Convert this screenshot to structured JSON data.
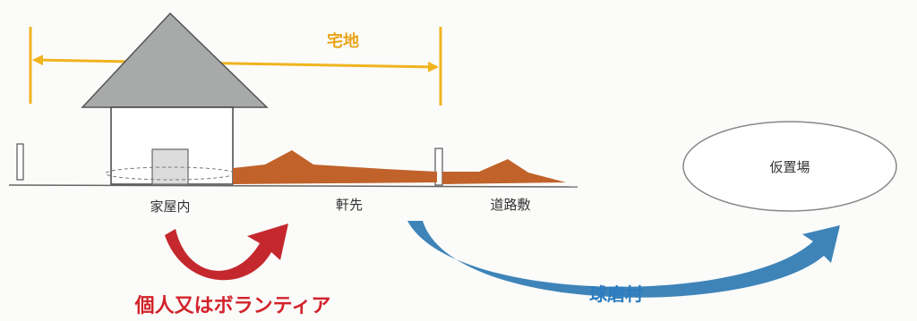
{
  "diagram": {
    "labels": {
      "lot": "宅地",
      "house_interior": "家屋内",
      "eaves": "軒先",
      "roadside": "道路敷",
      "temp_storage": "仮置場",
      "individual_volunteer": "個人又はボランティア",
      "kuma_village": "球磨村"
    },
    "colors": {
      "lot_span": "#f0b41e",
      "roof": "#a8aaaa",
      "debris": "#c0622a",
      "individual_arrow": "#c4282e",
      "village_arrow": "#3e84b8",
      "individual_text": "#d2232a",
      "village_text": "#2c7cc0",
      "lot_text": "#e8a418"
    }
  }
}
